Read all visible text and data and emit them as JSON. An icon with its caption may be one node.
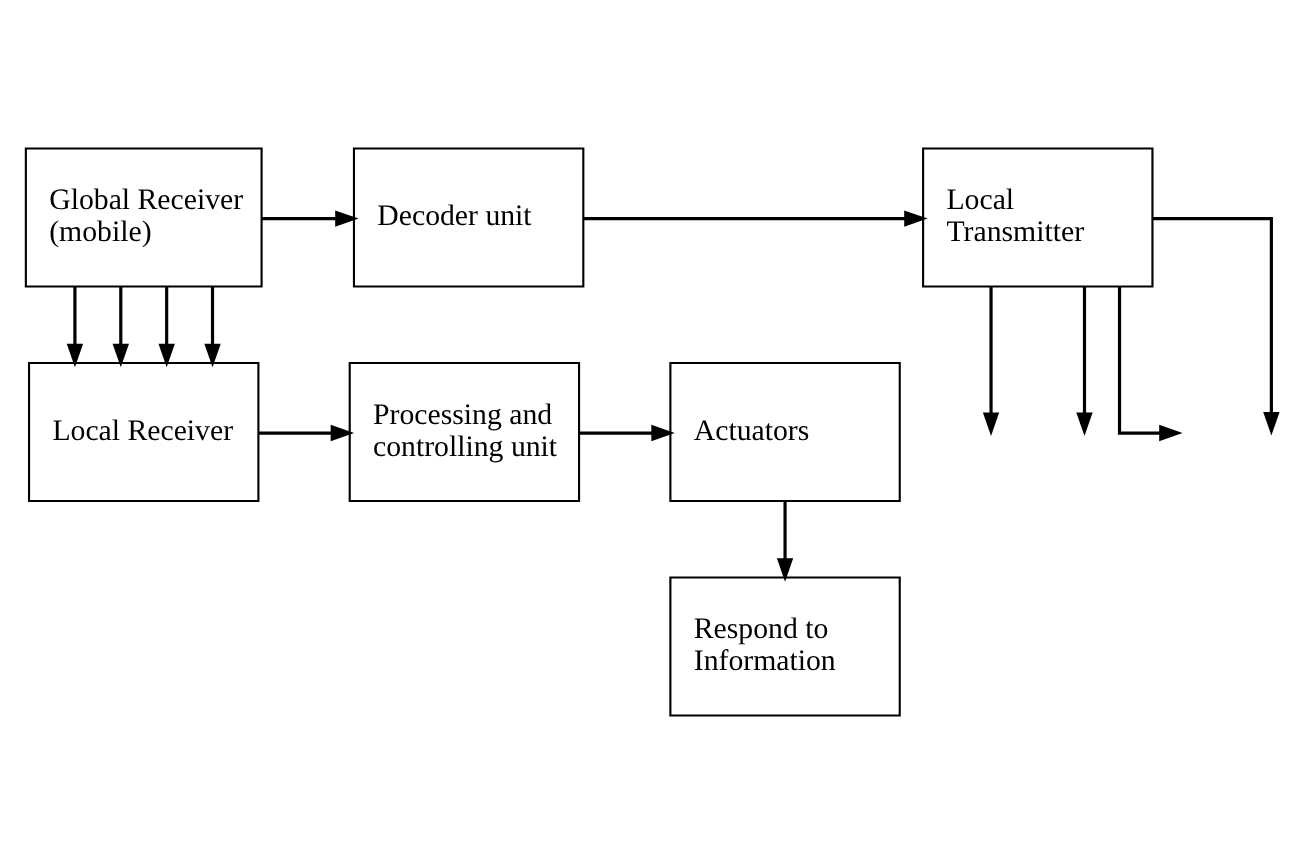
{
  "diagram": {
    "nodes": [
      {
        "text": [
          "Global Receiver (mobile)"
        ]
      },
      {
        "text": [
          "Decoder unit"
        ]
      },
      {
        "text": [
          "Local Transmitter"
        ]
      },
      {
        "text": [
          "Local Receiver"
        ]
      },
      {
        "text": [
          "Processing and controlling unit"
        ]
      },
      {
        "text": [
          "Actuators"
        ]
      },
      {
        "text": [
          "Respond to Information"
        ]
      }
    ],
    "edges": [
      {
        "from": 0,
        "to": 1,
        "arrow": "to"
      },
      {
        "from": 1,
        "to": 2,
        "arrow": "to"
      },
      {
        "from": 0,
        "to": 3,
        "arrow": "to"
      },
      {
        "from": 0,
        "to": 3,
        "arrow": "to"
      },
      {
        "from": 0,
        "to": 3,
        "arrow": "to"
      },
      {
        "from": 0,
        "to": 3,
        "arrow": "to"
      },
      {
        "from": 2,
        "to": null,
        "arrow": "to"
      },
      {
        "from": 2,
        "to": null,
        "arrow": "to"
      },
      {
        "from": 2,
        "to": null,
        "arrow": "to"
      },
      {
        "from": 2,
        "to": null,
        "arrow": "to"
      },
      {
        "from": 3,
        "to": 4,
        "arrow": "to"
      },
      {
        "from": 4,
        "to": 5,
        "arrow": "to"
      },
      {
        "from": 5,
        "to": 6,
        "arrow": "to"
      }
    ]
  }
}
